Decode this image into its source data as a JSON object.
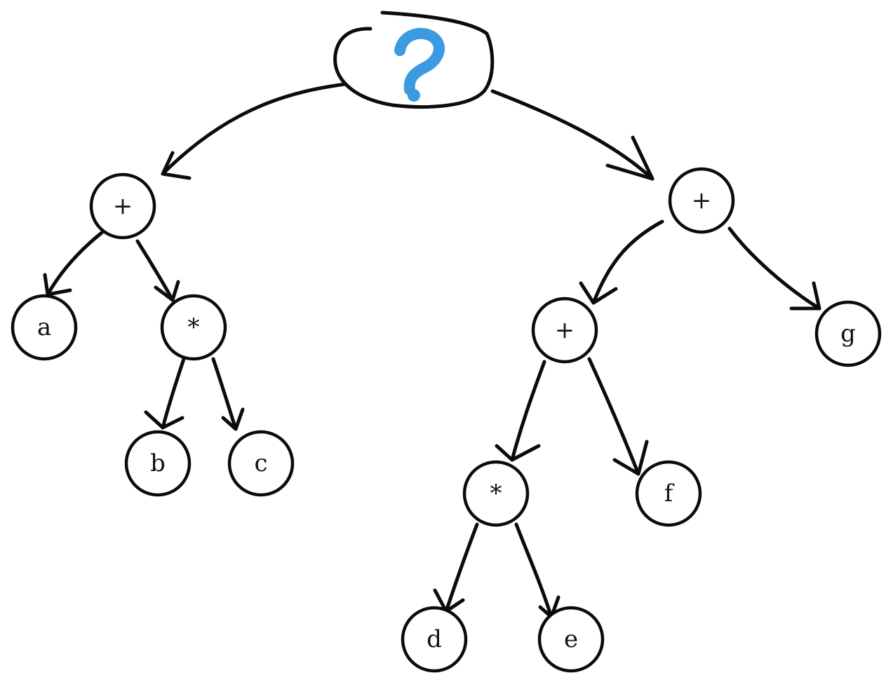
{
  "root": {
    "symbol": "?",
    "symbol_color": "#3a9be0"
  },
  "nodes": {
    "plus_left": "+",
    "a": "a",
    "times_left": "*",
    "b": "b",
    "c": "c",
    "plus_right": "+",
    "plus_mid": "+",
    "g": "g",
    "times_right": "*",
    "f": "f",
    "d": "d",
    "e": "e"
  }
}
